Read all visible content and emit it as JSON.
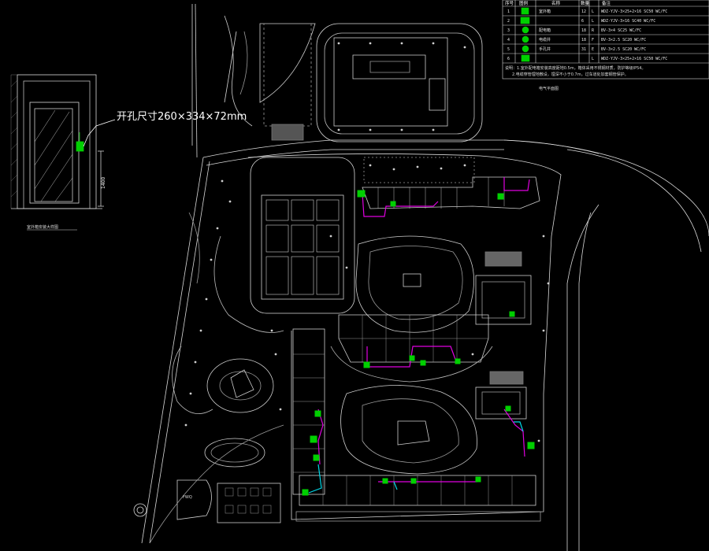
{
  "detail": {
    "opening_size_note": "开孔尺寸260×334×72mm",
    "height_dim": "1400",
    "caption": "室外箱安装大样图"
  },
  "legend": {
    "headers": [
      "序号",
      "图例",
      "名称",
      "数量",
      "备注"
    ],
    "rows": [
      {
        "no": "1",
        "name": "室外箱",
        "qty": "12",
        "unit": "L",
        "spec": "WDZ-YJV-3×25+2×16 SC50 WC/FC"
      },
      {
        "no": "2",
        "name": "",
        "qty": "6",
        "unit": "L",
        "spec": "WDZ-YJV-3×16 SC40 WC/FC"
      },
      {
        "no": "3",
        "name": "配电箱",
        "qty": "18",
        "unit": "R",
        "spec": "BV-3×4 SC25 WC/FC"
      },
      {
        "no": "4",
        "name": "电缆井",
        "qty": "18",
        "unit": "F",
        "spec": "BV-3×2.5 SC20 WC/FC"
      },
      {
        "no": "5",
        "name": "手孔井",
        "qty": "31",
        "unit": "E",
        "spec": "BV-3×2.5 SC20 WC/FC"
      },
      {
        "no": "6",
        "name": "",
        "qty": "",
        "unit": "L",
        "spec": "WDZ-YJV-3×25+2×16 SC50 WC/FC"
      }
    ],
    "notes": [
      "说明：1.室外配电箱安装高度距地0.5m，箱体采用不锈钢材质，防护等级IP54。",
      "2.电缆穿管埋地敷设，埋深不小于0.7m，过车道处加套钢管保护。"
    ],
    "caption": "电气平面图"
  },
  "plan": {
    "label_fire": "FWQ"
  },
  "colors": {
    "line": "#d9d9d9",
    "dim": "#9a9a9a",
    "green": "#00d000",
    "magenta": "#e000e0",
    "cyan": "#00d8e8",
    "building_fill": "#777777"
  }
}
